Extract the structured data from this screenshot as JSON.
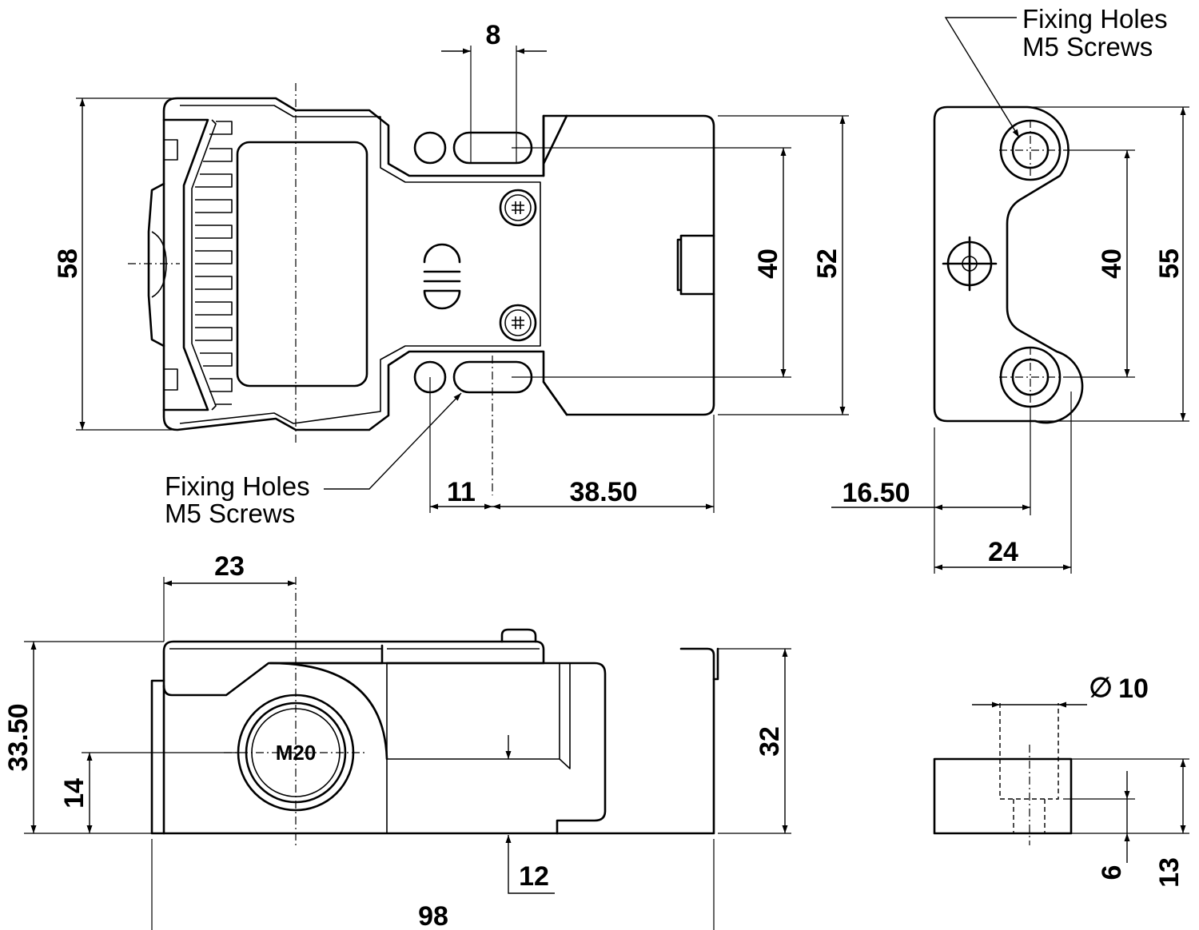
{
  "dimensions": {
    "d8": "8",
    "d58": "58",
    "d40_front": "40",
    "d52": "52",
    "d11": "11",
    "d38_50": "38.50",
    "d23": "23",
    "d33_50": "33.50",
    "d14": "14",
    "d32": "32",
    "d12": "12",
    "d98": "98",
    "d40_side": "40",
    "d55": "55",
    "d16_50": "16.50",
    "d24": "24",
    "d10": "10",
    "d6": "6",
    "d13": "13"
  },
  "labels": {
    "fixing_holes_front_1": "Fixing Holes",
    "fixing_holes_front_2": "M5 Screws",
    "fixing_holes_side_1": "Fixing Holes",
    "fixing_holes_side_2": "M5 Screws",
    "thread": "M20",
    "diameter_symbol": "∅"
  }
}
